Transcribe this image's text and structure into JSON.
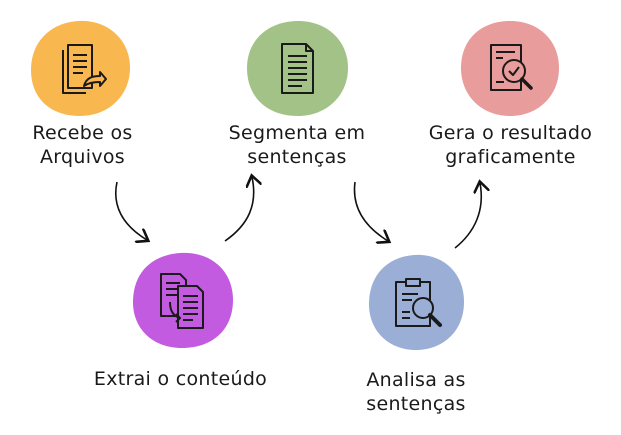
{
  "steps": [
    {
      "id": "receive",
      "line1": "Recebe os",
      "line2": "Arquivos",
      "color": "#f9b84f",
      "icon": "document-arrow-icon"
    },
    {
      "id": "segment",
      "line1": "Segmenta em",
      "line2": "sentenças",
      "color": "#a3c287",
      "icon": "document-lines-icon"
    },
    {
      "id": "result",
      "line1": "Gera o resultado",
      "line2": "graficamente",
      "color": "#e89c9c",
      "icon": "document-check-magnifier-icon"
    },
    {
      "id": "extract",
      "line1": "Extrai o conteúdo",
      "line2": "",
      "color": "#c35be0",
      "icon": "copy-documents-icon"
    },
    {
      "id": "analyze",
      "line1": "Analisa as",
      "line2": "sentenças",
      "color": "#9aaed6",
      "icon": "clipboard-magnifier-icon"
    }
  ]
}
